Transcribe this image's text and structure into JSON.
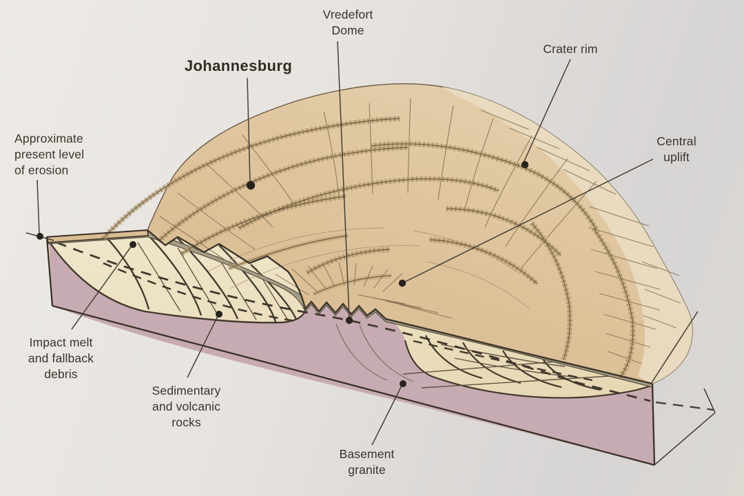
{
  "labels": {
    "vredefort_dome": {
      "text": "Vredefort\nDome"
    },
    "johannesburg": {
      "text": "Johannesburg"
    },
    "crater_rim": {
      "text": "Crater rim"
    },
    "central_uplift": {
      "text": "Central\nuplift"
    },
    "erosion_level": {
      "text": "Approximate\npresent level\nof erosion"
    },
    "impact_melt": {
      "text": "Impact melt\nand fallback\ndebris"
    },
    "sedimentary_rocks": {
      "text": "Sedimentary\nand volcanic\nrocks"
    },
    "basement_granite": {
      "text": "Basement\ngranite"
    }
  },
  "colors": {
    "dome_surface_tan": "#ddc29a",
    "outer_flank_cream": "#e9dcc2",
    "ridge_band_tan": "#c1a577",
    "impact_melt_olive": "#a59d86",
    "sedimentary_cream": "#eee0bf",
    "basement_pink": "#c7abb3",
    "line_dark": "#3c342a",
    "background_gray": "#e2dfdc"
  }
}
